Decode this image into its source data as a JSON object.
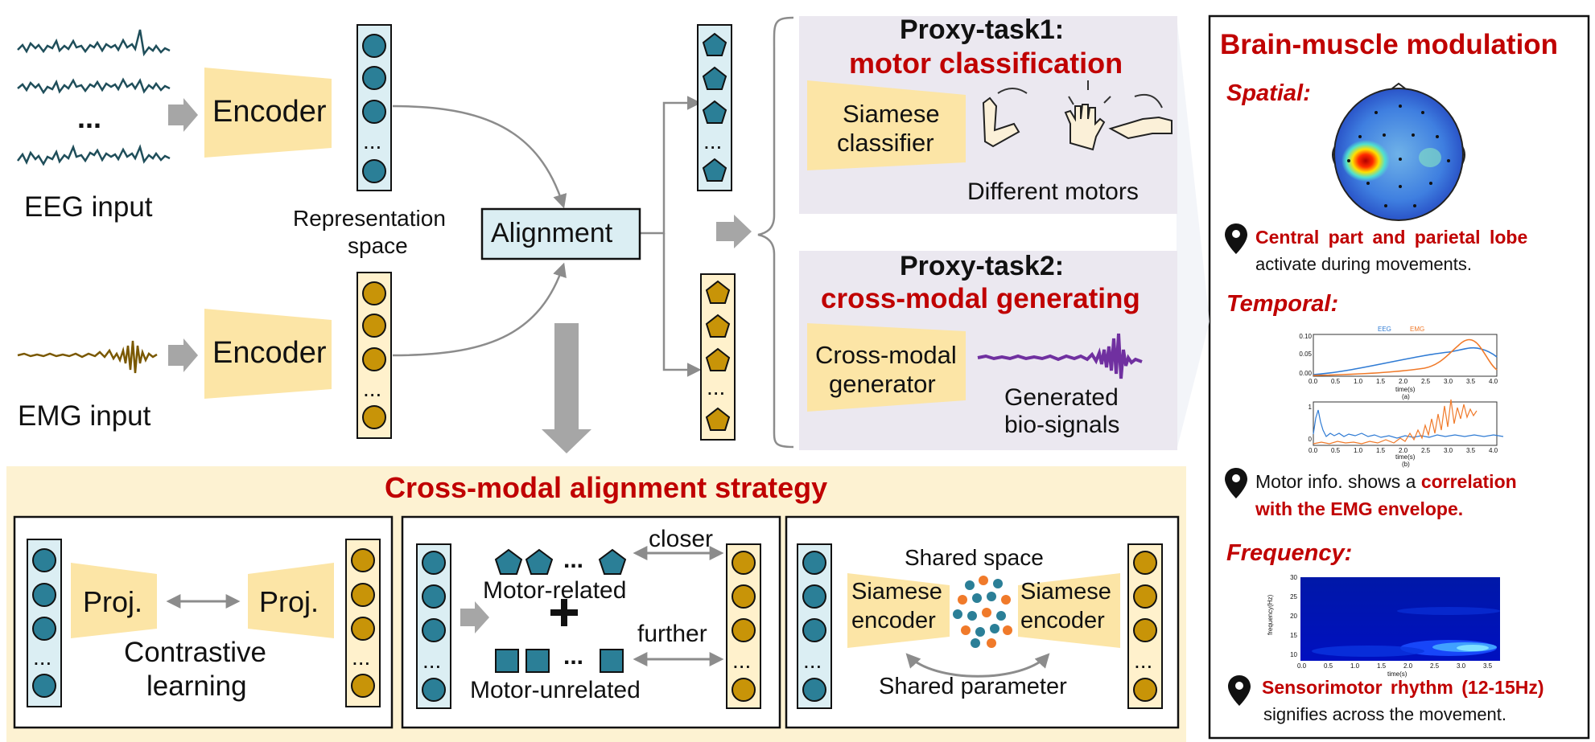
{
  "inputs": {
    "eeg_dots": "...",
    "eeg_label": "EEG input",
    "emg_label": "EMG input"
  },
  "encoder": {
    "label": "Encoder"
  },
  "representation": {
    "label_line1": "Representation",
    "label_line2": "space",
    "ellipsis": "..."
  },
  "alignment": {
    "label": "Alignment"
  },
  "proxy1": {
    "title": "Proxy-task1:",
    "subtitle": "motor classification",
    "box_line1": "Siamese",
    "box_line2": "classifier",
    "caption": "Different motors"
  },
  "proxy2": {
    "title": "Proxy-task2:",
    "subtitle": "cross-modal generating",
    "box_line1": "Cross-modal",
    "box_line2": "generator",
    "caption_line1": "Generated",
    "caption_line2": "bio-signals"
  },
  "strategy": {
    "title": "Cross-modal alignment strategy",
    "s1": {
      "proj": "Proj.",
      "label_line1": "Contrastive",
      "label_line2": "learning"
    },
    "s2": {
      "dots": "...",
      "motor_related": "Motor-related",
      "motor_unrelated": "Motor-unrelated",
      "plus": "+",
      "closer": "closer",
      "further": "further"
    },
    "s3": {
      "shared_space": "Shared space",
      "siamese": "Siamese",
      "encoder": "encoder",
      "shared_param": "Shared parameter"
    }
  },
  "brain": {
    "title": "Brain-muscle modulation",
    "spatial": {
      "heading": "Spatial:",
      "highlight": "Central part and parietal lobe",
      "text": "activate during movements."
    },
    "temporal": {
      "heading": "Temporal:",
      "legend_eeg": "EEG",
      "legend_emg": "EMG",
      "ticks_x": [
        "0.0",
        "0.5",
        "1.0",
        "1.5",
        "2.0",
        "2.5",
        "3.0",
        "3.5",
        "4.0"
      ],
      "ticks_y_a": [
        "0.10",
        "0.05",
        "0.00"
      ],
      "ticks_y_b": [
        "1",
        "0"
      ],
      "xlabel": "time(s)",
      "label_a": "(a)",
      "label_b": "(b)",
      "text_plain": "Motor info. shows a ",
      "highlight_1": "correlation",
      "highlight_2": "with the EMG envelope."
    },
    "frequency": {
      "heading": "Frequency:",
      "ylabel": "frequency(Hz)",
      "ticks_y": [
        "30",
        "25",
        "20",
        "15",
        "10"
      ],
      "ticks_x": [
        "0.0",
        "0.5",
        "1.0",
        "1.5",
        "2.0",
        "2.5",
        "3.0",
        "3.5"
      ],
      "xlabel": "time(s)",
      "highlight": "Sensorimotor rhythm (12-15Hz)",
      "text": "signifies across the movement."
    }
  },
  "colors": {
    "teal": "#2b7f97",
    "gold": "#c89408",
    "eeg_signal": "#1f4e5a",
    "emg_signal": "#7a5800",
    "purple": "#7030a0",
    "accent_red": "#c00000",
    "encoder_fill": "#fce5a6"
  }
}
